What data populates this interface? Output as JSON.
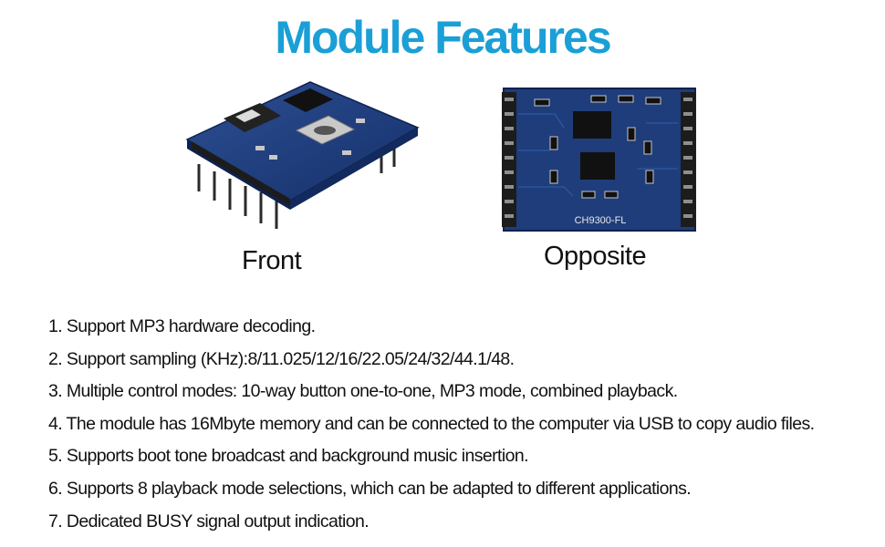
{
  "heading": "Module Features",
  "images": {
    "front": {
      "caption": "Front",
      "icon": "usb-c-module-front-photo"
    },
    "opposite": {
      "caption": "Opposite",
      "icon": "module-back-photo",
      "chip_label": "CH9300-FL"
    }
  },
  "colors": {
    "heading": "#1a9fd6",
    "pcb": "#1e3d7a",
    "text": "#111111"
  },
  "features": [
    "1. Support MP3 hardware decoding.",
    "2. Support sampling (KHz):8/11.025/12/16/22.05/24/32/44.1/48.",
    "3. Multiple control modes: 10-way button one-to-one, MP3 mode, combined playback.",
    "4. The module has 16Mbyte memory and can be connected to the computer via USB to copy audio files.",
    "5. Supports boot tone broadcast and background music insertion.",
    "6. Supports 8 playback mode selections, which can be adapted to different applications.",
    "7. Dedicated BUSY signal output indication."
  ]
}
